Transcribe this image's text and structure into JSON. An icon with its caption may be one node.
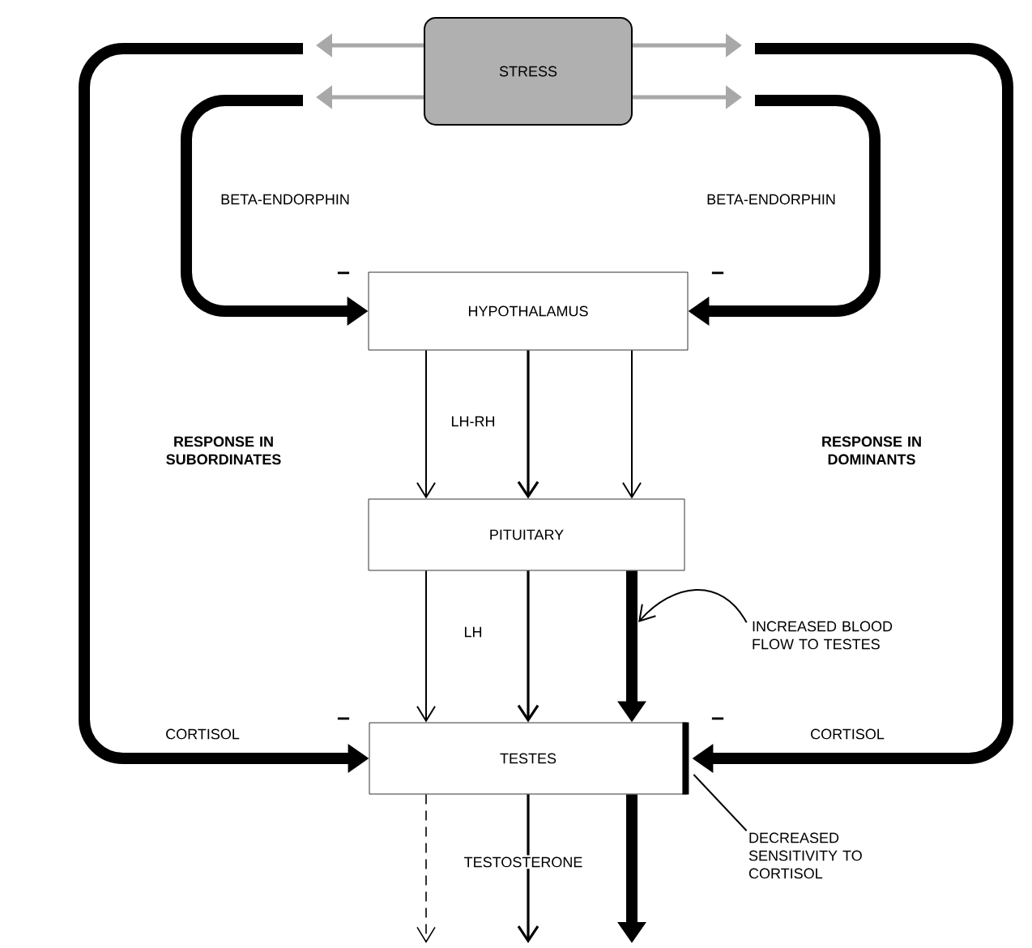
{
  "diagram": {
    "nodes": [
      {
        "text": [
          "STRESS"
        ]
      },
      {
        "text": [
          "HYPOTHALAMUS"
        ]
      },
      {
        "text": [
          "PITUITARY"
        ]
      },
      {
        "text": [
          "TESTES"
        ]
      },
      {
        "text": [
          "DECREASED SENSITIVITY TO CORTISOL"
        ]
      },
      {
        "text": [
          "INCREASED BLOOD FLOW TO TESTES"
        ]
      }
    ],
    "edges": [
      {
        "from": 0,
        "to": null,
        "arrow": "to",
        "color": "#a8a8a8"
      },
      {
        "from": 0,
        "to": null,
        "arrow": "to",
        "color": "#a8a8a8"
      },
      {
        "from": 0,
        "to": null,
        "arrow": "to",
        "color": "#a8a8a8"
      },
      {
        "from": 0,
        "to": null,
        "arrow": "to",
        "color": "#a8a8a8"
      },
      {
        "from": null,
        "to": 1,
        "arrow": "to",
        "label": "BETA-ENDORPHIN",
        "style": "thick"
      },
      {
        "from": null,
        "to": 1,
        "arrow": "to",
        "label": "BETA-ENDORPHIN",
        "style": "thick"
      },
      {
        "from": null,
        "to": 3,
        "arrow": "to",
        "label": "CORTISOL",
        "style": "thick"
      },
      {
        "from": null,
        "to": 3,
        "arrow": "to",
        "label": "CORTISOL",
        "style": "thick"
      },
      {
        "from": 1,
        "to": 2,
        "arrow": "to"
      },
      {
        "from": 1,
        "to": 2,
        "arrow": "to",
        "label": "LH-RH"
      },
      {
        "from": 1,
        "to": 2,
        "arrow": "to"
      },
      {
        "from": 2,
        "to": 3,
        "arrow": "to"
      },
      {
        "from": 2,
        "to": 3,
        "arrow": "to",
        "label": "LH"
      },
      {
        "from": 2,
        "to": 3,
        "arrow": "to",
        "style": "thick"
      },
      {
        "from": 3,
        "to": null,
        "arrow": "to",
        "style": "dashed"
      },
      {
        "from": 3,
        "to": null,
        "arrow": "to",
        "label": "TESTOSTERONE"
      },
      {
        "from": 3,
        "to": null,
        "arrow": "to",
        "style": "thick"
      },
      {
        "from": 5,
        "to": null,
        "arrow": "to"
      },
      {
        "from": 4,
        "to": 3,
        "arrow": "none"
      }
    ],
    "labels": [
      "–",
      "–",
      "RESPONSE IN SUBORDINATES",
      "RESPONSE IN DOMINANTS",
      "–",
      "–"
    ]
  }
}
